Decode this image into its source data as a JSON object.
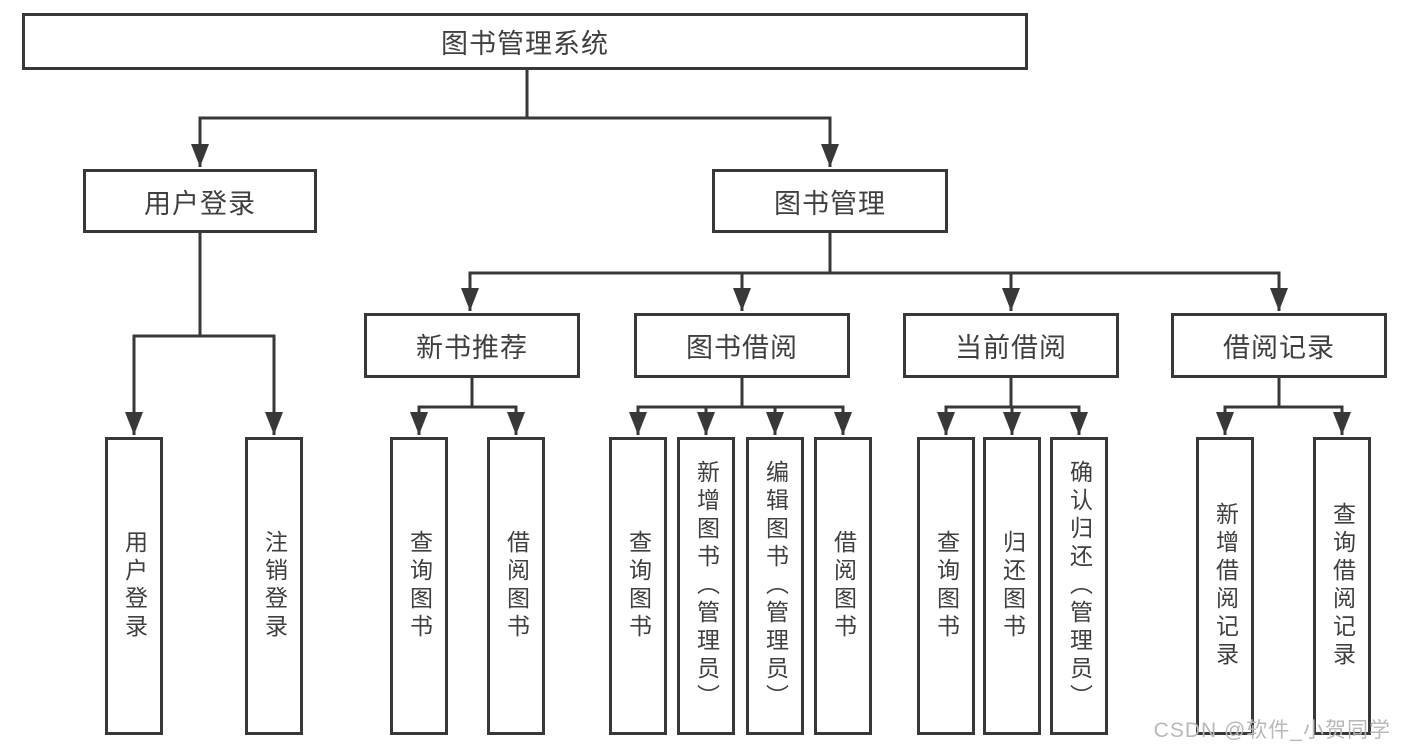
{
  "diagram": {
    "root": {
      "label": "图书管理系统",
      "children": [
        {
          "label": "用户登录",
          "children": [
            {
              "label": "用户登录"
            },
            {
              "label": "注销登录"
            }
          ]
        },
        {
          "label": "图书管理",
          "children": [
            {
              "label": "新书推荐",
              "children": [
                {
                  "label": "查询图书"
                },
                {
                  "label": "借阅图书"
                }
              ]
            },
            {
              "label": "图书借阅",
              "children": [
                {
                  "label": "查询图书"
                },
                {
                  "label": "新增图书（管理员）"
                },
                {
                  "label": "编辑图书（管理员）"
                },
                {
                  "label": "借阅图书"
                }
              ]
            },
            {
              "label": "当前借阅",
              "children": [
                {
                  "label": "查询图书"
                },
                {
                  "label": "归还图书"
                },
                {
                  "label": "确认归还（管理员）"
                }
              ]
            },
            {
              "label": "借阅记录",
              "children": [
                {
                  "label": "新增借阅记录"
                },
                {
                  "label": "查询借阅记录"
                }
              ]
            }
          ]
        }
      ]
    }
  },
  "watermark": {
    "text": "CSDN @软件_小贺同学"
  },
  "colors": {
    "line": "#383838",
    "node_text": "#3f3f3f",
    "node_background": "#ffffff",
    "watermark_text": "#b8b8b8",
    "page_background": "#ffffff"
  }
}
